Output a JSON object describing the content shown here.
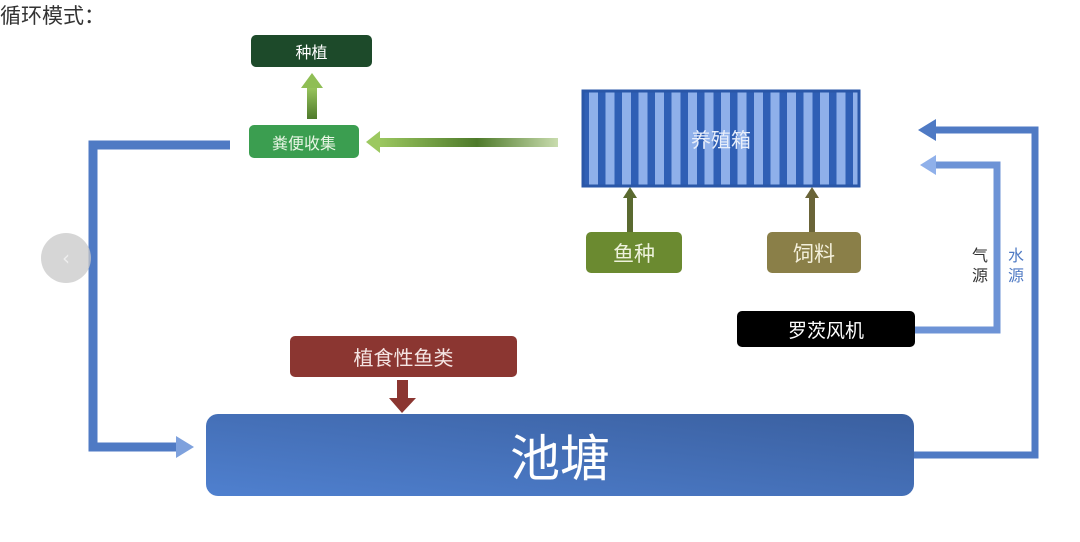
{
  "title": "循环模式：",
  "nodes": {
    "planting": "种植",
    "manure": "粪便收集",
    "tank": "养殖箱",
    "fry": "鱼种",
    "feed": "饲料",
    "blower": "罗茨风机",
    "herbivore": "植食性鱼类",
    "pond": "池塘"
  },
  "labels": {
    "air": "气源",
    "water": "水源"
  },
  "colors": {
    "planting": "#1d4a2a",
    "manure": "#3b9e50",
    "tank": "#3f6fc2",
    "fry": "#6b8a30",
    "feed": "#8a7f48",
    "blower": "#000000",
    "herbivore": "#8b3631",
    "pond": "#4a74bf",
    "flow": "#4f7ac4"
  }
}
